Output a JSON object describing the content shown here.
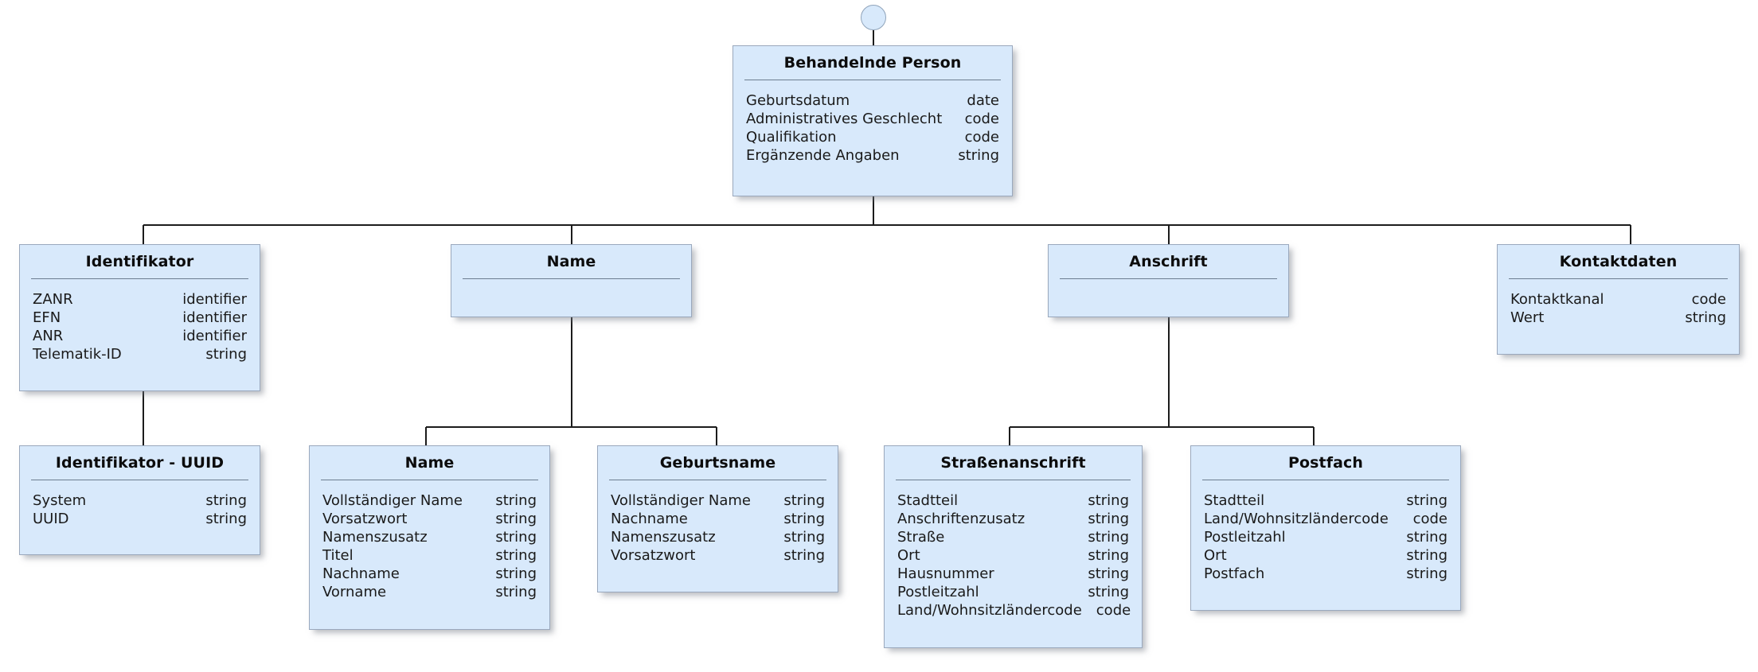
{
  "diagram": {
    "title": "Behandelnde Person",
    "type": "uml-class-diagram",
    "language": "de",
    "types": {
      "date": "date",
      "code": "code",
      "string": "string",
      "identifier": "identifier"
    }
  },
  "root": {
    "name": "behandelnde-person",
    "title": "Behandelnde Person",
    "attrs": [
      {
        "name": "Geburtsdatum",
        "type": "date"
      },
      {
        "name": "Administratives Geschlecht",
        "type": "code"
      },
      {
        "name": "Qualifikation",
        "type": "code"
      },
      {
        "name": "Ergänzende Angaben",
        "type": "string"
      }
    ]
  },
  "level2": [
    {
      "name": "identifikator",
      "title": "Identifikator",
      "attrs": [
        {
          "name": "ZANR",
          "type": "identifier"
        },
        {
          "name": "EFN",
          "type": "identifier"
        },
        {
          "name": "ANR",
          "type": "identifier"
        },
        {
          "name": "Telematik-ID",
          "type": "string"
        }
      ]
    },
    {
      "name": "name",
      "title": "Name",
      "attrs": []
    },
    {
      "name": "anschrift",
      "title": "Anschrift",
      "attrs": []
    },
    {
      "name": "kontaktdaten",
      "title": "Kontaktdaten",
      "attrs": [
        {
          "name": "Kontaktkanal",
          "type": "code"
        },
        {
          "name": "Wert",
          "type": "string"
        }
      ]
    }
  ],
  "level3": [
    {
      "name": "identifikator-uuid",
      "title": "Identifikator - UUID",
      "attrs": [
        {
          "name": "System",
          "type": "string"
        },
        {
          "name": "UUID",
          "type": "string"
        }
      ]
    },
    {
      "name": "name-detail",
      "title": "Name",
      "attrs": [
        {
          "name": "Vollständiger Name",
          "type": "string"
        },
        {
          "name": "Vorsatzwort",
          "type": "string"
        },
        {
          "name": "Namenszusatz",
          "type": "string"
        },
        {
          "name": "Titel",
          "type": "string"
        },
        {
          "name": "Nachname",
          "type": "string"
        },
        {
          "name": "Vorname",
          "type": "string"
        }
      ]
    },
    {
      "name": "geburtsname",
      "title": "Geburtsname",
      "attrs": [
        {
          "name": "Vollständiger Name",
          "type": "string"
        },
        {
          "name": "Nachname",
          "type": "string"
        },
        {
          "name": "Namenszusatz",
          "type": "string"
        },
        {
          "name": "Vorsatzwort",
          "type": "string"
        }
      ]
    },
    {
      "name": "strassenanschrift",
      "title": "Straßenanschrift",
      "attrs": [
        {
          "name": "Stadtteil",
          "type": "string"
        },
        {
          "name": "Anschriftenzusatz",
          "type": "string"
        },
        {
          "name": "Straße",
          "type": "string"
        },
        {
          "name": "Ort",
          "type": "string"
        },
        {
          "name": "Hausnummer",
          "type": "string"
        },
        {
          "name": "Postleitzahl",
          "type": "string"
        },
        {
          "name": "Land/Wohnsitzländercode",
          "type": "code"
        }
      ]
    },
    {
      "name": "postfach",
      "title": "Postfach",
      "attrs": [
        {
          "name": "Stadtteil",
          "type": "string"
        },
        {
          "name": "Land/Wohnsitzländercode",
          "type": "code"
        },
        {
          "name": "Postleitzahl",
          "type": "string"
        },
        {
          "name": "Ort",
          "type": "string"
        },
        {
          "name": "Postfach",
          "type": "string"
        }
      ]
    }
  ],
  "colors": {
    "box_fill": "#d8e9fb",
    "box_border": "#9aa8bd",
    "separator": "#6c7d90",
    "connector": "#1c1c1c",
    "title_text": "#0c0c0c",
    "attr_text": "#1a1a1a",
    "background": "#ffffff"
  }
}
